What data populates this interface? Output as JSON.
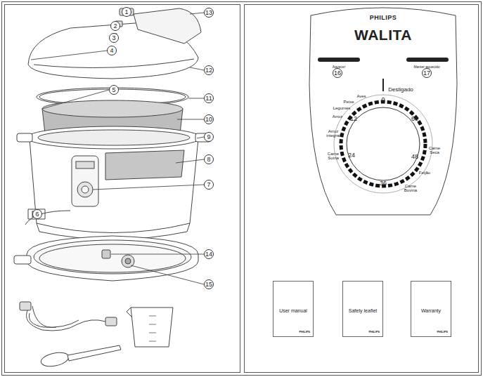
{
  "diagram": {
    "nodes": [
      {
        "text": [
          "1"
        ]
      },
      {
        "text": [
          "2"
        ]
      },
      {
        "text": [
          "3"
        ]
      },
      {
        "text": [
          "4"
        ]
      },
      {
        "text": [
          "5"
        ]
      },
      {
        "text": [
          "6"
        ]
      },
      {
        "text": [
          "7"
        ]
      },
      {
        "text": [
          "8"
        ]
      },
      {
        "text": [
          "9"
        ]
      },
      {
        "text": [
          "10"
        ]
      },
      {
        "text": [
          "11"
        ]
      },
      {
        "text": [
          "12"
        ]
      },
      {
        "text": [
          "13"
        ]
      },
      {
        "text": [
          "14"
        ]
      },
      {
        "text": [
          "15"
        ]
      },
      {
        "text": [
          "16"
        ]
      },
      {
        "text": [
          "17"
        ]
      },
      {
        "text": [
          "User manual",
          "PHILIPS"
        ]
      },
      {
        "text": [
          "Safety leaflet",
          "PHILIPS"
        ]
      },
      {
        "text": [
          "Warranty",
          "PHILIPS"
        ]
      }
    ],
    "edges": [],
    "labels": [
      "PHILIPS",
      "WALITA",
      "Aquecer",
      "Manter aquecido",
      "Desligado",
      "0",
      "12",
      "24",
      "36",
      "48",
      "60",
      "Aves",
      "Peixe",
      "Legumes",
      "Arroz",
      "Arroz integral",
      "Carne Suína",
      "Carne Bovina",
      "Feijão",
      "Carne Seca"
    ]
  }
}
